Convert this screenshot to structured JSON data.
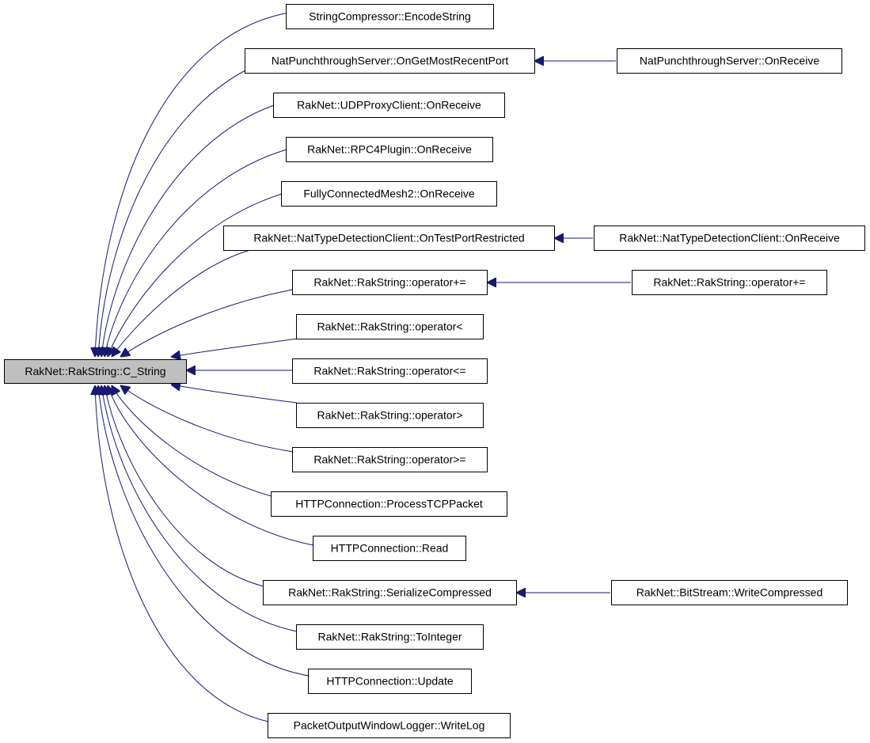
{
  "diagram": {
    "type": "call-graph",
    "colors": {
      "edge": "#191970",
      "node_fill": "#ffffff",
      "focus_fill": "#bfbfbf",
      "border": "#000000"
    },
    "nodes": [
      {
        "id": "c_string",
        "label": "RakNet::RakString::C_String",
        "focus": true
      },
      {
        "id": "encode_string",
        "label": "StringCompressor::EncodeString"
      },
      {
        "id": "natpunch_getport",
        "label": "NatPunchthroughServer::OnGetMostRecentPort"
      },
      {
        "id": "natpunch_onreceive",
        "label": "NatPunchthroughServer::OnReceive"
      },
      {
        "id": "udpproxy_onreceive",
        "label": "RakNet::UDPProxyClient::OnReceive"
      },
      {
        "id": "rpc4_onreceive",
        "label": "RakNet::RPC4Plugin::OnReceive"
      },
      {
        "id": "fcm2_onreceive",
        "label": "FullyConnectedMesh2::OnReceive"
      },
      {
        "id": "ntd_testport",
        "label": "RakNet::NatTypeDetectionClient::OnTestPortRestricted"
      },
      {
        "id": "ntd_onreceive",
        "label": "RakNet::NatTypeDetectionClient::OnReceive"
      },
      {
        "id": "op_pluseq_a",
        "label": "RakNet::RakString::operator+="
      },
      {
        "id": "op_pluseq_b",
        "label": "RakNet::RakString::operator+="
      },
      {
        "id": "op_lt",
        "label": "RakNet::RakString::operator<"
      },
      {
        "id": "op_le",
        "label": "RakNet::RakString::operator<="
      },
      {
        "id": "op_gt",
        "label": "RakNet::RakString::operator>"
      },
      {
        "id": "op_ge",
        "label": "RakNet::RakString::operator>="
      },
      {
        "id": "http_processtcp",
        "label": "HTTPConnection::ProcessTCPPacket"
      },
      {
        "id": "http_read",
        "label": "HTTPConnection::Read"
      },
      {
        "id": "serialize_compressed",
        "label": "RakNet::RakString::SerializeCompressed"
      },
      {
        "id": "bitstream_writecompressed",
        "label": "RakNet::BitStream::WriteCompressed"
      },
      {
        "id": "to_integer",
        "label": "RakNet::RakString::ToInteger"
      },
      {
        "id": "http_update",
        "label": "HTTPConnection::Update"
      },
      {
        "id": "packet_writelog",
        "label": "PacketOutputWindowLogger::WriteLog"
      }
    ],
    "edges": [
      {
        "from": "encode_string",
        "to": "c_string"
      },
      {
        "from": "natpunch_getport",
        "to": "c_string"
      },
      {
        "from": "udpproxy_onreceive",
        "to": "c_string"
      },
      {
        "from": "rpc4_onreceive",
        "to": "c_string"
      },
      {
        "from": "fcm2_onreceive",
        "to": "c_string"
      },
      {
        "from": "ntd_testport",
        "to": "c_string"
      },
      {
        "from": "op_pluseq_a",
        "to": "c_string"
      },
      {
        "from": "op_lt",
        "to": "c_string"
      },
      {
        "from": "op_le",
        "to": "c_string"
      },
      {
        "from": "op_gt",
        "to": "c_string"
      },
      {
        "from": "op_ge",
        "to": "c_string"
      },
      {
        "from": "http_processtcp",
        "to": "c_string"
      },
      {
        "from": "http_read",
        "to": "c_string"
      },
      {
        "from": "serialize_compressed",
        "to": "c_string"
      },
      {
        "from": "to_integer",
        "to": "c_string"
      },
      {
        "from": "http_update",
        "to": "c_string"
      },
      {
        "from": "packet_writelog",
        "to": "c_string"
      },
      {
        "from": "natpunch_onreceive",
        "to": "natpunch_getport"
      },
      {
        "from": "ntd_onreceive",
        "to": "ntd_testport"
      },
      {
        "from": "op_pluseq_b",
        "to": "op_pluseq_a"
      },
      {
        "from": "bitstream_writecompressed",
        "to": "serialize_compressed"
      }
    ]
  }
}
